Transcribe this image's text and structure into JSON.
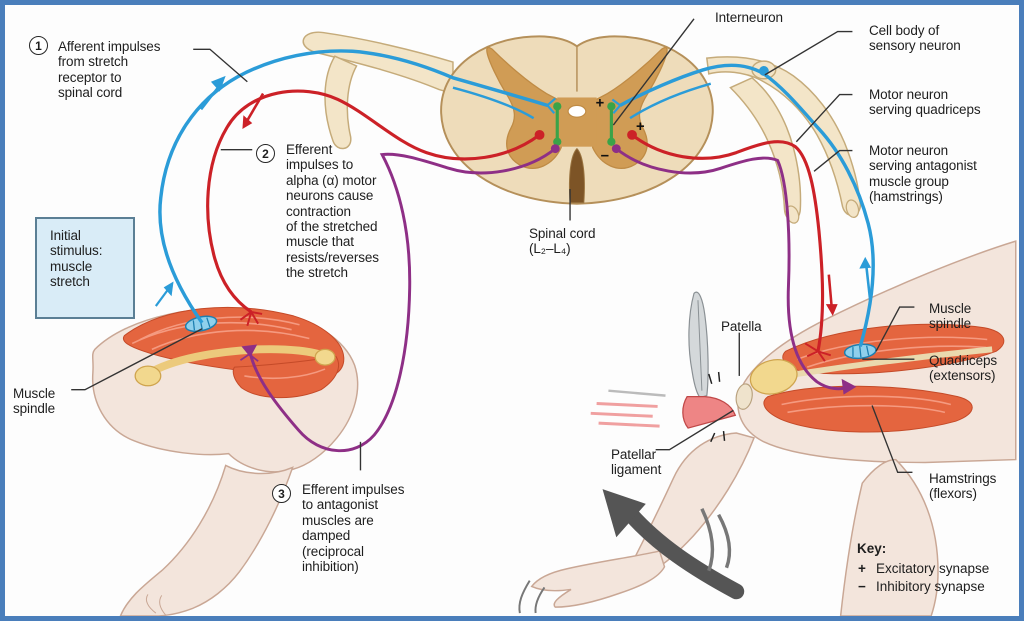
{
  "figure": {
    "title": "Patellar reflex pathway diagram",
    "border_color": "#4a7ebb"
  },
  "callouts": {
    "step1": {
      "num": "1",
      "text": "Afferent impulses\nfrom stretch\nreceptor to\nspinal cord"
    },
    "step2": {
      "num": "2",
      "text": "Efferent\nimpulses to\nalpha (α) motor\nneurons cause\ncontraction\nof the stretched\nmuscle that\nresists/reverses\nthe stretch"
    },
    "step3": {
      "num": "3",
      "text": "Efferent impulses\nto antagonist\nmuscles are\ndamped\n(reciprocal\ninhibition)"
    }
  },
  "labels": {
    "interneuron": "Interneuron",
    "cell_body": "Cell body of\nsensory neuron",
    "motor_quad": "Motor neuron\nserving quadriceps",
    "motor_antag": "Motor neuron\nserving antagonist\nmuscle group\n(hamstrings)",
    "spinal_cord": "Spinal cord\n(L₂–L₄)",
    "initial_stimulus": "Initial\nstimulus:\nmuscle\nstretch",
    "muscle_spindle_left": "Muscle\nspindle",
    "patella": "Patella",
    "patellar_ligament": "Patellar\nligament",
    "muscle_spindle_right": "Muscle\nspindle",
    "quadriceps": "Quadriceps\n(extensors)",
    "hamstrings": "Hamstrings\n(flexors)"
  },
  "synapse_marks": {
    "plus1": "+",
    "plus2": "+",
    "minus1": "−"
  },
  "key": {
    "title": "Key:",
    "items": [
      {
        "symbol": "+",
        "label": "Excitatory synapse"
      },
      {
        "symbol": "−",
        "label": "Inhibitory synapse"
      }
    ]
  },
  "colors": {
    "afferent_blue": "#2b9cd8",
    "efferent_red": "#cc2127",
    "inhibitory_purple": "#8e2f86",
    "interneuron_green": "#3aa348",
    "gray_matter": "#d09c55",
    "cord_surface": "#eedcba",
    "muscle_red": "#e4653f",
    "bone_yellow": "#f2d88e",
    "skin": "#f3e5dc",
    "frame_blue": "#4a7ebb"
  }
}
